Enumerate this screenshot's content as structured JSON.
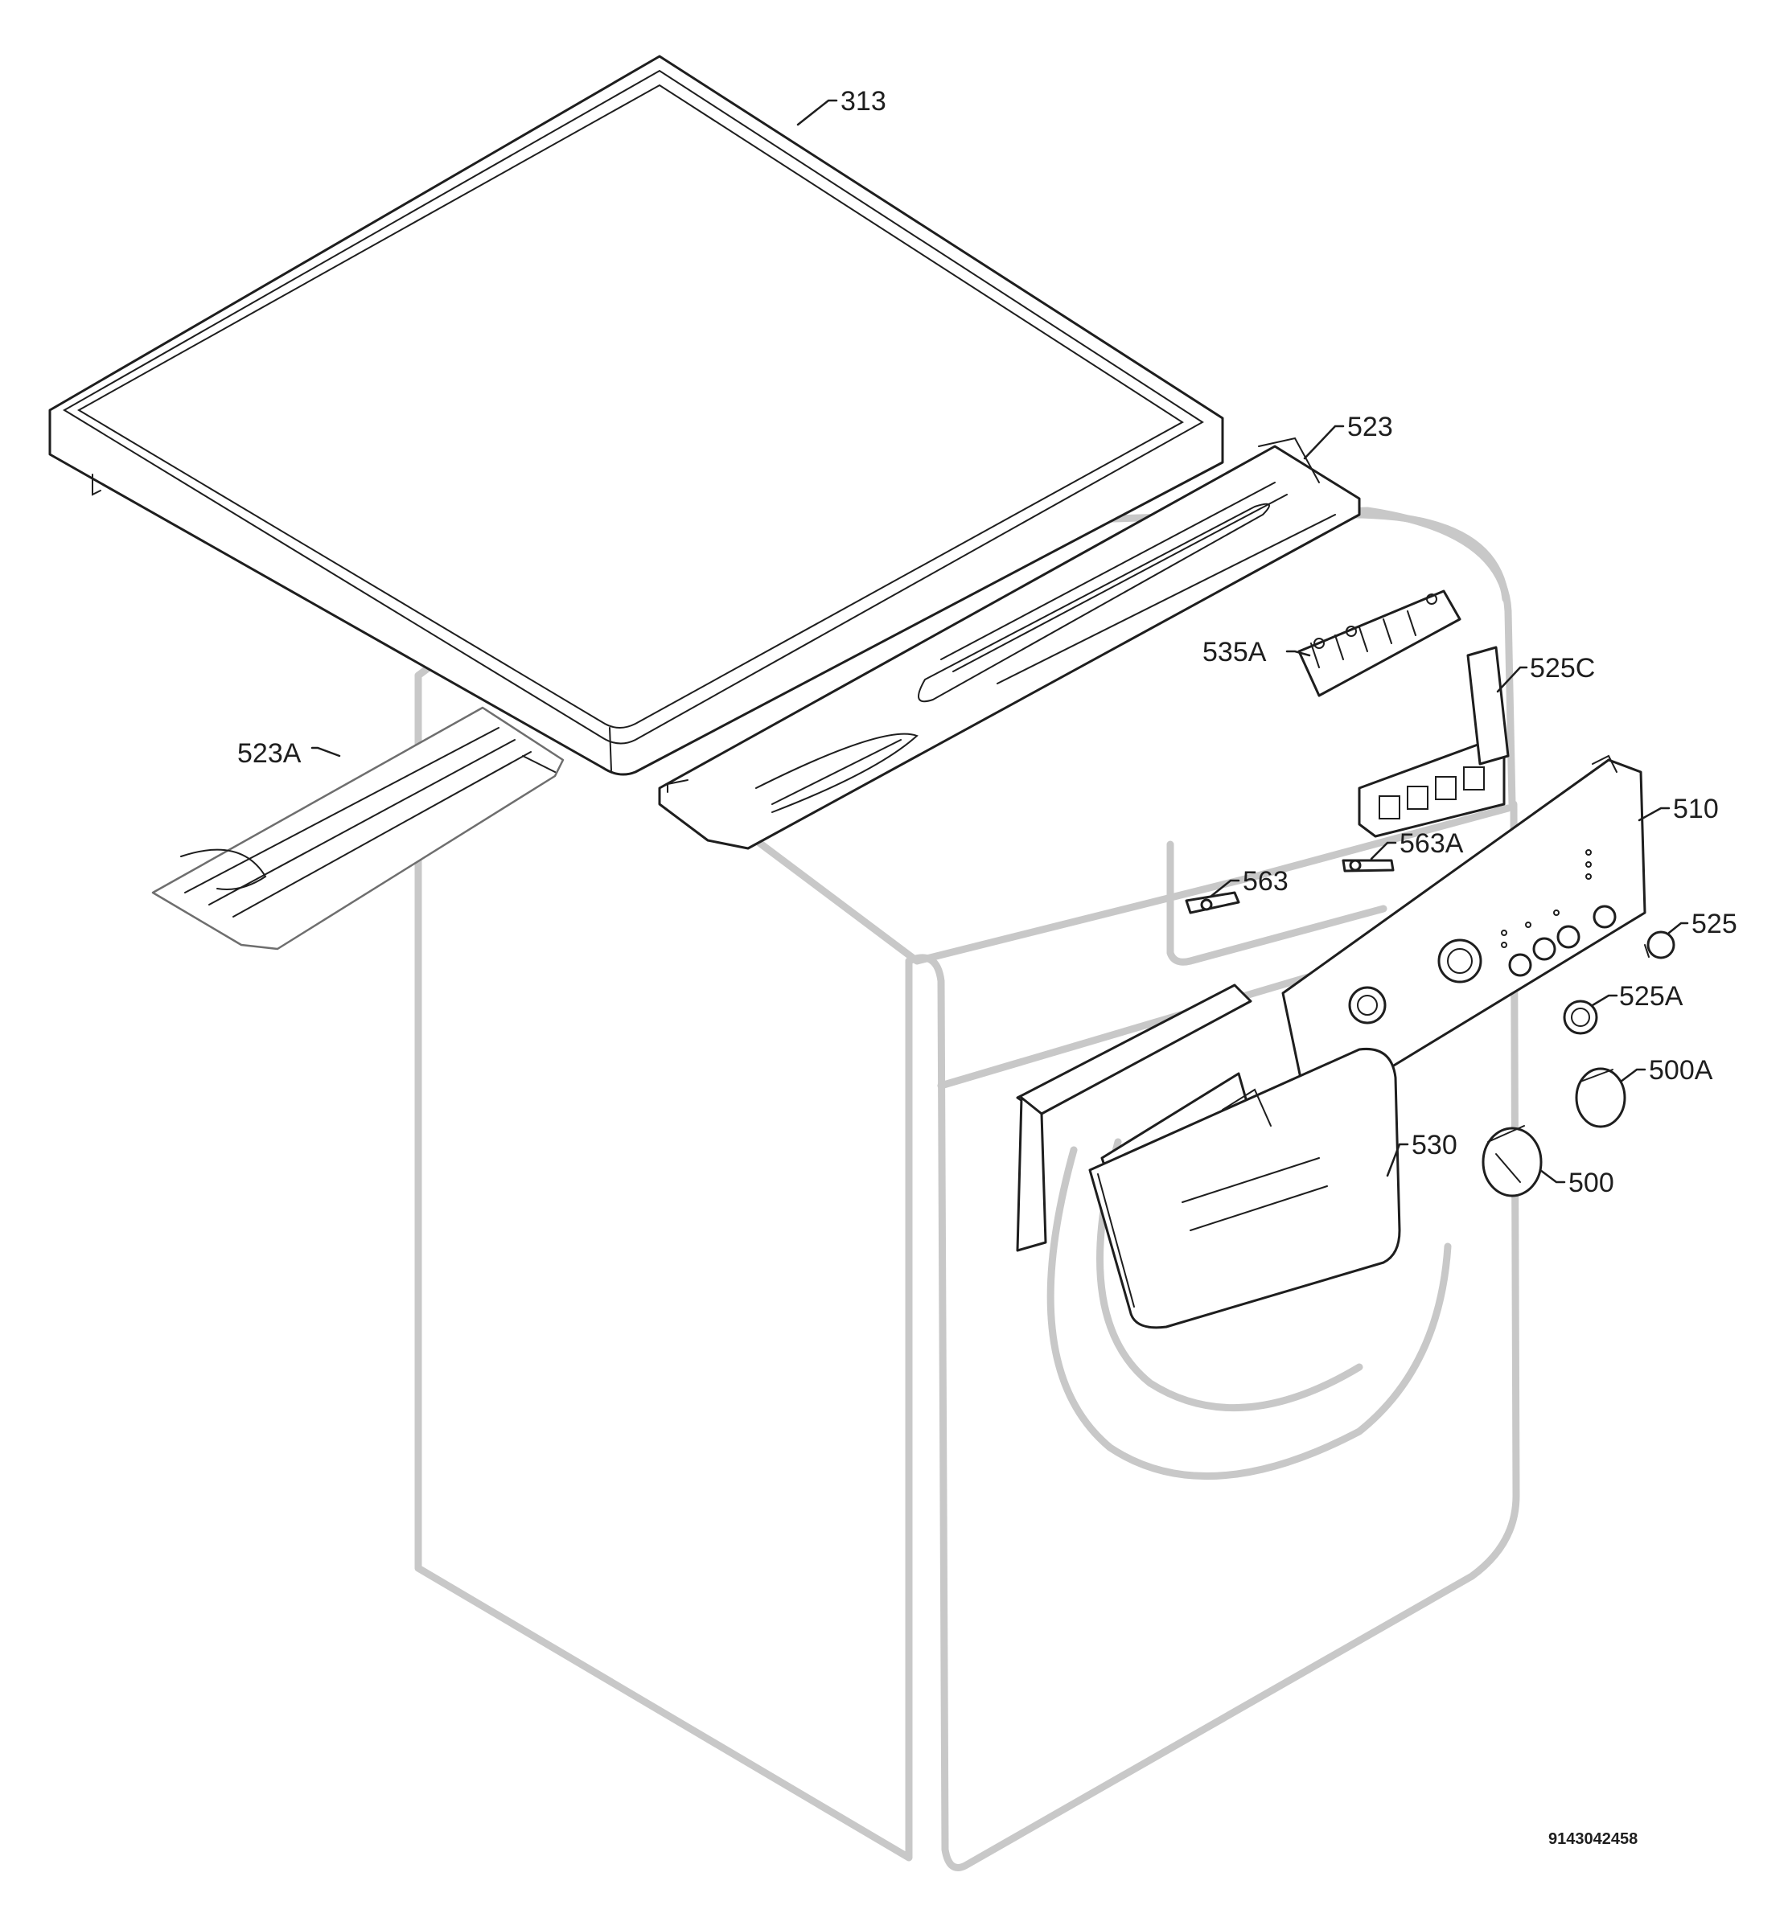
{
  "callouts": {
    "c313": "313",
    "c523": "523",
    "c523A": "523A",
    "c535A": "535A",
    "c525C": "525C",
    "c510": "510",
    "c563A": "563A",
    "c563": "563",
    "c525": "525",
    "c525A": "525A",
    "c500A": "500A",
    "c530": "530",
    "c500": "500"
  },
  "drawing_code": "9143042458",
  "colors": {
    "outline": "#1e1e1e",
    "cabinet_grey": "#c8c8c8",
    "background": "#ffffff"
  }
}
